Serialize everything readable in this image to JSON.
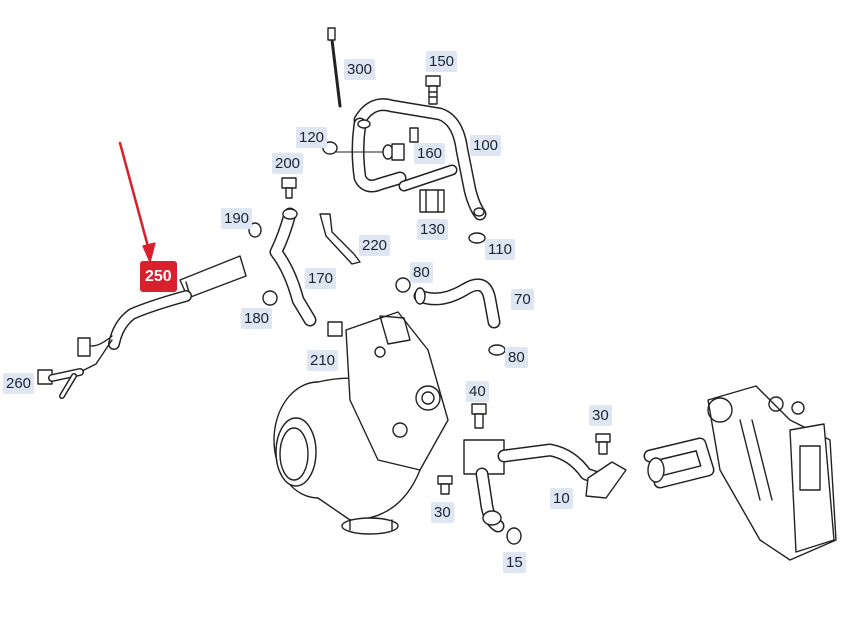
{
  "diagram": {
    "highlight_color": "#d9202c",
    "callout_bg": "#dde6f2",
    "callouts": {
      "c300": "300",
      "c150": "150",
      "c120": "120",
      "c160": "160",
      "c100": "100",
      "c200": "200",
      "c190": "190",
      "c220": "220",
      "c130": "130",
      "c110": "110",
      "c250": "250",
      "c170": "170",
      "c80a": "80",
      "c70": "70",
      "c180": "180",
      "c80b": "80",
      "c210": "210",
      "c260": "260",
      "c40": "40",
      "c30a": "30",
      "c30b": "30",
      "c10": "10",
      "c15": "15"
    },
    "selected_part": "250"
  }
}
